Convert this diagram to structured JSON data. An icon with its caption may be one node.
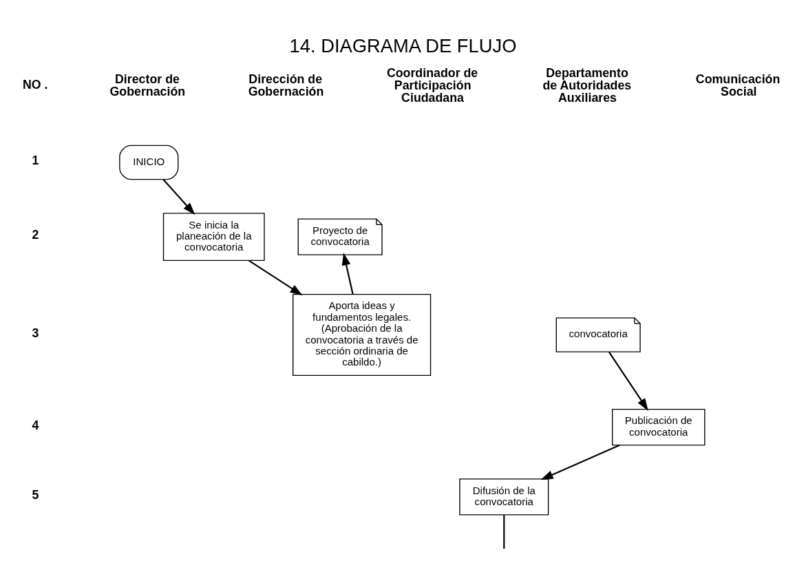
{
  "diagram": {
    "title": "14. DIAGRAMA DE FLUJO",
    "nodes": [
      {
        "text": [
          "INICIO"
        ]
      },
      {
        "text": [
          "Se inicia la planeación de la convocatoria"
        ]
      },
      {
        "text": [
          "Proyecto de convocatoria"
        ]
      },
      {
        "text": [
          "Aporta ideas y fundamentos legales. (Aprobación de la convocatoria a través de sección ordinaria de cabildo.)"
        ]
      },
      {
        "text": [
          "convocatoria"
        ]
      },
      {
        "text": [
          "Publicación de convocatoria"
        ]
      },
      {
        "text": [
          "Difusión de la convocatoria"
        ]
      }
    ],
    "edges": [
      {
        "from": 0,
        "to": 1,
        "arrow": "to"
      },
      {
        "from": 1,
        "to": 3,
        "arrow": "to"
      },
      {
        "from": 3,
        "to": 2,
        "arrow": "to"
      },
      {
        "from": 4,
        "to": 5,
        "arrow": "to"
      },
      {
        "from": 5,
        "to": 6,
        "arrow": "to"
      },
      {
        "from": 6,
        "to": null,
        "arrow": "none"
      }
    ],
    "labels": [
      "NO .",
      "Director de Gobernación",
      "Dirección de Gobernación",
      "Coordinador de Participación Ciudadana",
      "Departamento de Autoridades Auxiliares",
      "Comunicación Social",
      "1",
      "2",
      "3",
      "4",
      "5"
    ]
  }
}
